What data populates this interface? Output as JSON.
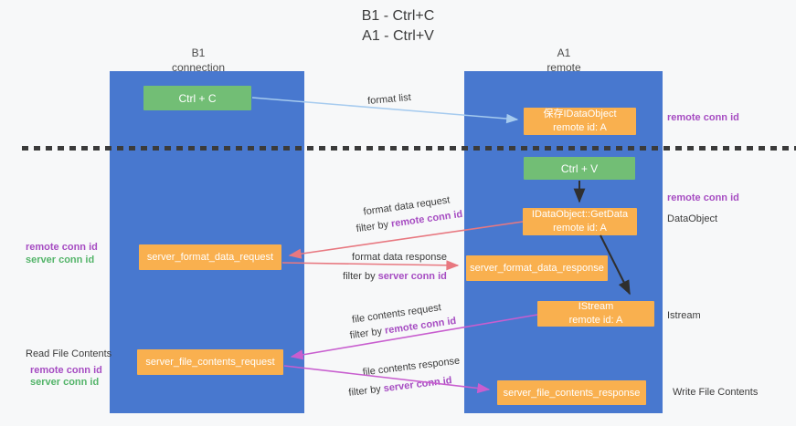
{
  "title": {
    "line1": "B1 - Ctrl+C",
    "line2": "A1 - Ctrl+V"
  },
  "columns": {
    "left": {
      "header_line1": "B1",
      "header_line2": "connection"
    },
    "right": {
      "header_line1": "A1",
      "header_line2": "remote"
    }
  },
  "nodes": {
    "ctrl_c": "Ctrl + C",
    "ctrl_v": "Ctrl + V",
    "save_idataobject": {
      "line1": "保存IDataObject",
      "line2": "remote id: A"
    },
    "getdata": {
      "line1": "IDataObject::GetData",
      "line2": "remote id: A"
    },
    "istream": {
      "line1": "IStream",
      "line2": "remote id: A"
    },
    "format_request": "server_format_data_request",
    "format_response": "server_format_data_response",
    "file_request": "server_file_contents_request",
    "file_response": "server_file_contents_response"
  },
  "edge_labels": {
    "format_list": "format list",
    "format_data_request": "format data request",
    "format_data_response": "format data response",
    "file_contents_request": "file contents request",
    "file_contents_response": "file contents response",
    "filter_by": "filter by ",
    "remote_conn_id": "remote conn id",
    "server_conn_id": "server conn id"
  },
  "side_labels": {
    "remote_conn_id": "remote conn id",
    "server_conn_id": "server conn id",
    "data_object": "DataObject",
    "istream": "Istream",
    "read_file_contents": "Read File Contents",
    "write_file_contents": "Write File Contents"
  },
  "colors": {
    "bg": "#f7f8f9",
    "column-blue": "#4878cf",
    "box-green": "#72be75",
    "box-orange": "#f9b04f",
    "text-dark": "#3c3c3c",
    "text-white": "#ffffff",
    "purple": "#a64cc2",
    "green-label": "#53b469",
    "arrow-red": "#e87880",
    "arrow-magenta": "#c85ecf",
    "arrow-blue": "#a6cbef",
    "arrow-black": "#2f2f2f",
    "dash": "#3b3b3b"
  }
}
